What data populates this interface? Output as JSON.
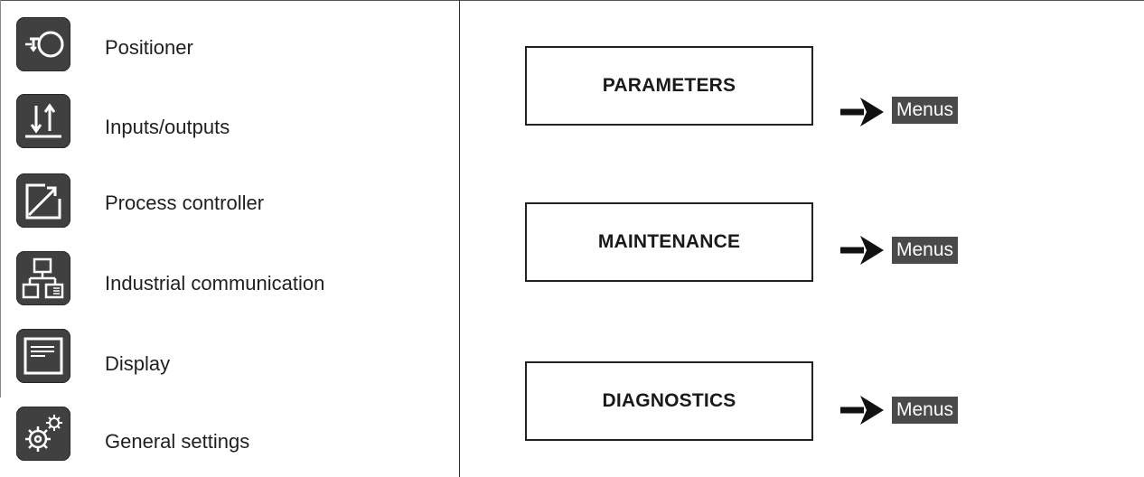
{
  "functions": [
    {
      "label": "Positioner",
      "icon": "positioner-icon"
    },
    {
      "label": "Inputs/outputs",
      "icon": "inputs-outputs-icon"
    },
    {
      "label": "Process controller",
      "icon": "process-controller-icon"
    },
    {
      "label": "Industrial communication",
      "icon": "industrial-communication-icon"
    },
    {
      "label": "Display",
      "icon": "display-icon"
    },
    {
      "label": "General settings",
      "icon": "gear-icon"
    }
  ],
  "sections": [
    {
      "label": "PARAMETERS",
      "target": "Menus"
    },
    {
      "label": "MAINTENANCE",
      "target": "Menus"
    },
    {
      "label": "DIAGNOSTICS",
      "target": "Menus"
    }
  ],
  "colors": {
    "tile": "#404040",
    "tag": "#4a4a4a",
    "glyph": "#ffffff"
  }
}
